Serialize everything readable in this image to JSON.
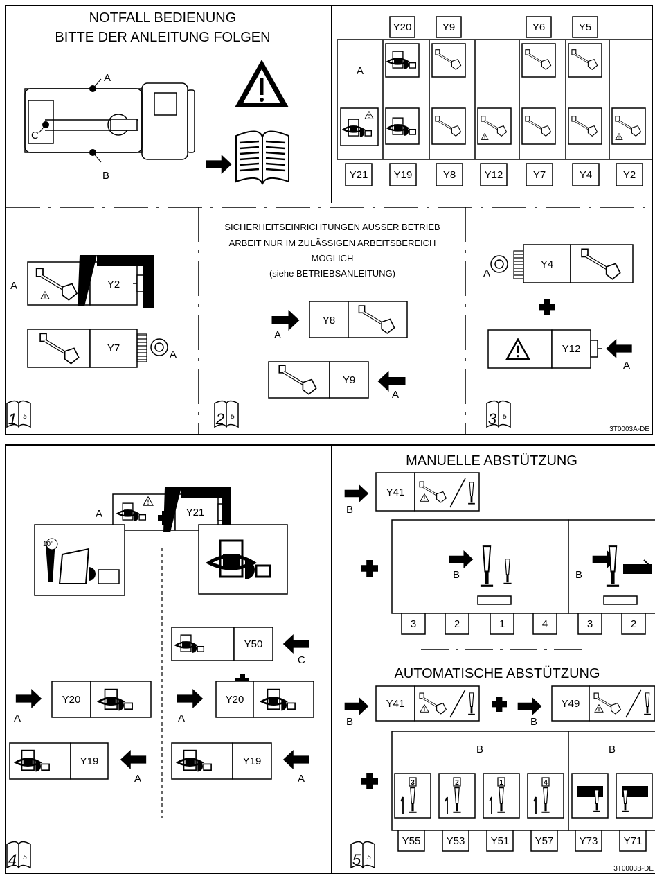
{
  "panel1": {
    "title_line1": "NOTFALL BEDIENUNG",
    "title_line2": "BITTE DER ANLEITUNG FOLGEN",
    "point_a": "A",
    "point_b": "B",
    "point_c": "C"
  },
  "valve_matrix": {
    "label_a": "A",
    "top_labels": [
      "Y20",
      "Y9",
      "Y6",
      "Y5"
    ],
    "bottom_labels": [
      "Y21",
      "Y19",
      "Y8",
      "Y12",
      "Y7",
      "Y4",
      "Y2"
    ]
  },
  "step1": {
    "a_label": "A",
    "valve_top": "Y2",
    "valve_bottom": "Y7",
    "a_label_right": "A",
    "book_num": "1",
    "book_page": "5"
  },
  "step2": {
    "line1": "SICHERHEITSEINRICHTUNGEN AUSSER BETRIEB",
    "line2": "ARBEIT NUR IM ZULÄSSIGEN ARBEITSBEREICH",
    "line3": "MÖGLICH",
    "line4": "(siehe BETRIEBSANLEITUNG)",
    "valve_a": "Y8",
    "valve_b": "Y9",
    "a_label_1": "A",
    "a_label_2": "A",
    "book_num": "2",
    "book_page": "5"
  },
  "step3": {
    "valve_top": "Y4",
    "valve_bottom": "Y12",
    "a_label_1": "A",
    "a_label_2": "A",
    "book_num": "3",
    "book_page": "5"
  },
  "code_a": "3T0003A-DE",
  "step4": {
    "valve_top": "Y21",
    "a_label_top": "A",
    "degree_label": "10°",
    "valve_y50": "Y50",
    "c_label": "C",
    "valve_y20": "Y20",
    "valve_y19": "Y19",
    "a_label_1": "A",
    "a_label_2": "A",
    "a_label_3": "A",
    "a_label_4": "A",
    "book_num": "4",
    "book_page": "5"
  },
  "step5": {
    "manual_title": "MANUELLE ABSTÜTZUNG",
    "auto_title": "AUTOMATISCHE ABSTÜTZUNG",
    "valve_y41": "Y41",
    "valve_y49": "Y49",
    "b_label": "B",
    "manual_numbers": [
      "3",
      "2",
      "1",
      "4",
      "3",
      "2"
    ],
    "auto_numbers": [
      "3",
      "2",
      "1",
      "4"
    ],
    "valves_bottom": [
      "Y55",
      "Y53",
      "Y51",
      "Y57",
      "Y73",
      "Y71"
    ],
    "book_num": "5",
    "book_page": "5"
  },
  "code_b": "3T0003B-DE"
}
